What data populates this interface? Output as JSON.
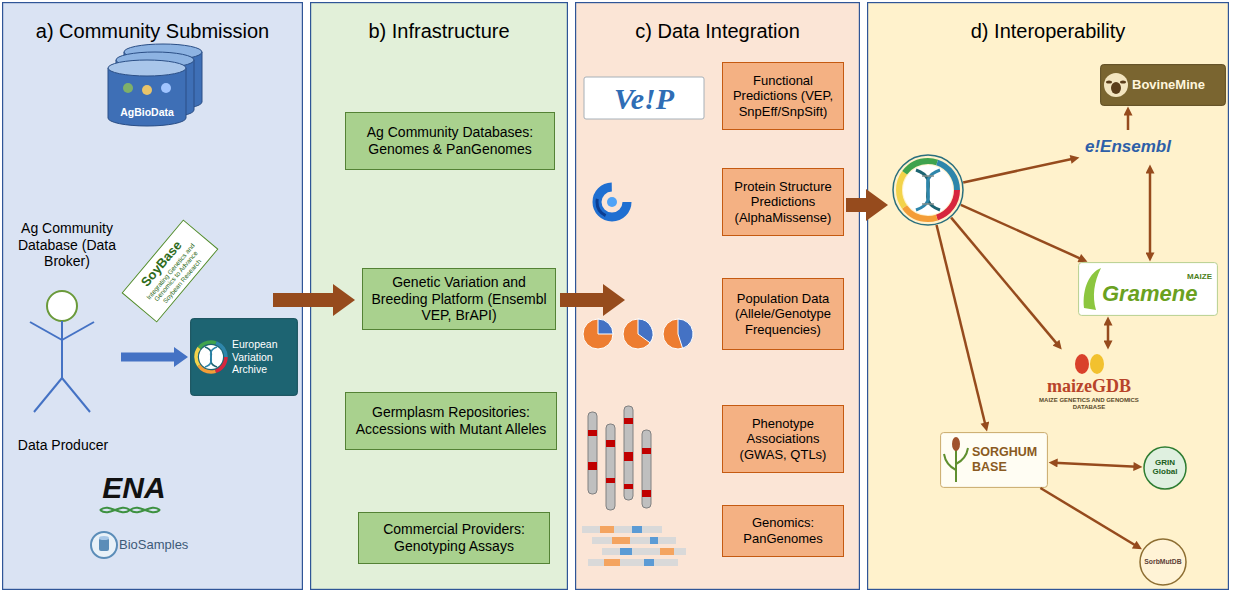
{
  "diagram": {
    "nodes": [
      {
        "text": [
          "a) Community Submission"
        ]
      },
      {
        "text": [
          "AgBioData"
        ],
        "in": 0
      },
      {
        "text": [
          "SoyBase",
          "Integrating Genetics and Genomics to Advance Soybean Research"
        ],
        "in": 0
      },
      {
        "text": [
          "Data Producer"
        ],
        "in": 0
      },
      {
        "text": [
          "European Variation Archive"
        ],
        "in": 0
      },
      {
        "text": [
          "b) Infrastructure"
        ]
      },
      {
        "text": [
          "Ag Community Databases: Genomes & PanGenomes"
        ],
        "in": 5
      },
      {
        "text": [
          "Genetic Variation and Breeding Platform (Ensembl VEP, BrAPI)"
        ],
        "in": 5
      },
      {
        "text": [
          "Germplasm Repositories: Accessions with Mutant Alleles"
        ],
        "in": 5
      },
      {
        "text": [
          "Commercial Providers: Genotyping Assays"
        ],
        "in": 5
      },
      {
        "text": [
          "c) Data Integration"
        ]
      },
      {
        "text": [
          "Functional Predictions (VEP, SnpEff/SnpSift)"
        ],
        "in": 10
      },
      {
        "text": [
          "Protein Structure Predictions (AlphaMissense)"
        ],
        "in": 10
      },
      {
        "text": [
          "Population Data (Allele/Genotype Frequencies)"
        ],
        "in": 10
      },
      {
        "text": [
          "Phenotype Associations (GWAS, QTLs)"
        ],
        "in": 10
      },
      {
        "text": [
          "Genomics: PanGenomes"
        ],
        "in": 10
      },
      {
        "text": [
          "d) Interoperability"
        ]
      },
      {
        "text": [],
        "in": 16
      },
      {
        "text": [
          "BovineMine"
        ],
        "in": 16
      },
      {
        "text": [
          "e!Ensembl"
        ],
        "in": 16
      },
      {
        "text": [
          "MAIZE",
          "Gramene"
        ],
        "in": 16
      },
      {
        "text": [
          "maizeGDB",
          "MAIZE GENETICS AND GENOMICS DATABASE"
        ],
        "in": 16
      },
      {
        "text": [
          "SORGHUM BASE"
        ],
        "in": 16
      },
      {
        "text": [
          "GRIN Global"
        ],
        "in": 16
      },
      {
        "text": [
          "SorbMutDB"
        ],
        "in": 16
      }
    ],
    "edges": [
      {
        "from": 0,
        "to": 5,
        "arrow": "to"
      },
      {
        "from": 5,
        "to": 10,
        "arrow": "to"
      },
      {
        "from": 10,
        "to": 16,
        "arrow": "to"
      },
      {
        "from": 3,
        "to": 4,
        "arrow": "to"
      },
      {
        "from": 17,
        "to": 19,
        "arrow": "to"
      },
      {
        "from": 17,
        "to": 20,
        "arrow": "to"
      },
      {
        "from": 17,
        "to": 21,
        "arrow": "to"
      },
      {
        "from": 17,
        "to": 22,
        "arrow": "to"
      },
      {
        "from": 19,
        "to": 18,
        "arrow": "to"
      },
      {
        "from": 19,
        "to": 20,
        "arrow": "both"
      },
      {
        "from": 20,
        "to": 21,
        "arrow": "both"
      },
      {
        "from": 22,
        "to": 23,
        "arrow": "both"
      },
      {
        "from": 22,
        "to": 24,
        "arrow": "to"
      }
    ],
    "labels": [
      "Ag Community Database (Data Broker)",
      "ENA",
      "BioSamples",
      "Ve!P"
    ]
  }
}
